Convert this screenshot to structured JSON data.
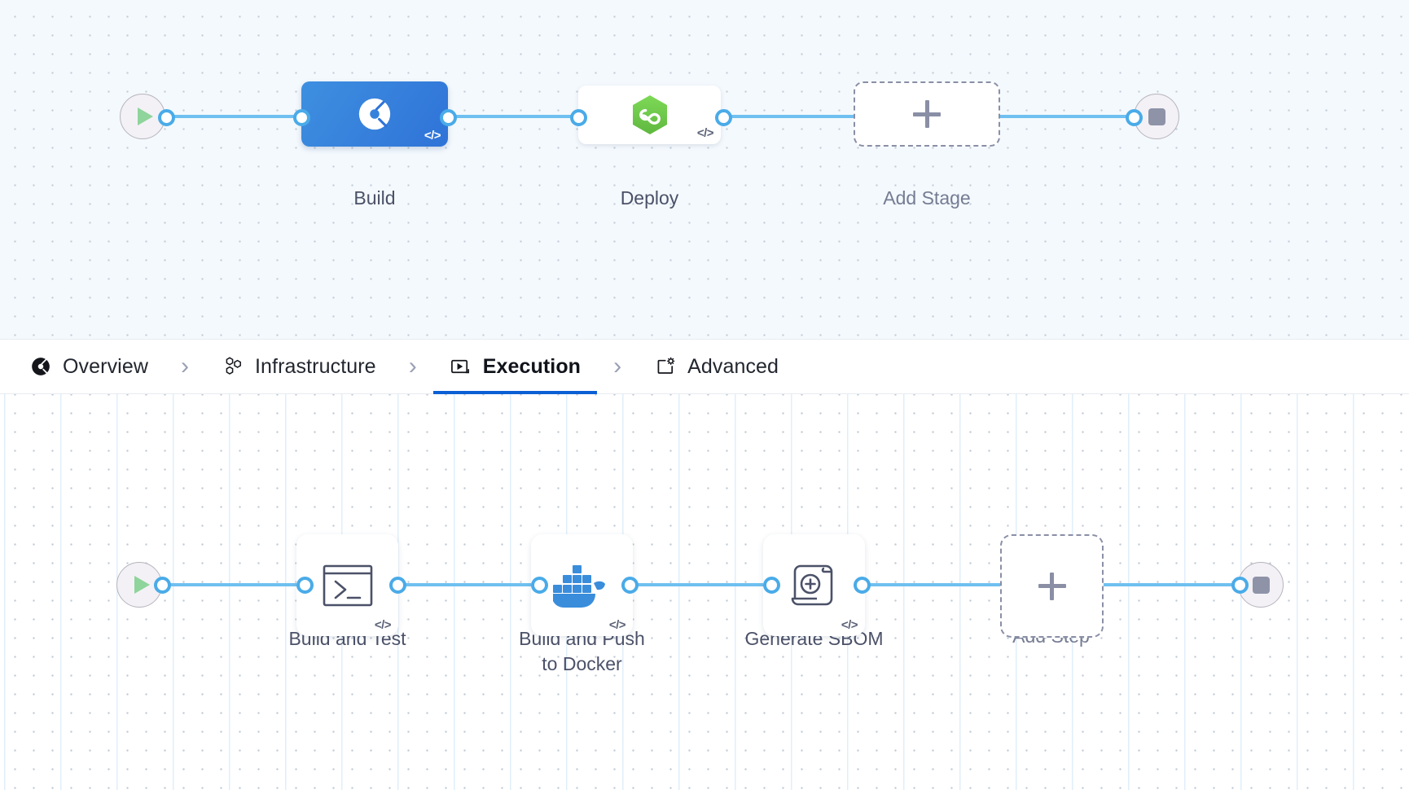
{
  "theme": {
    "accent_blue": "#0b5fd4",
    "pipe_blue": "#6fc0f0",
    "port_blue": "#4aabe8",
    "stage_build_blue": "#2f73d8",
    "deploy_green": "#6cc04a",
    "docker_blue": "#3a8ddb",
    "play_green": "#8fd49b",
    "stop_gray": "#8e93a8",
    "dashed_gray": "#8a8fa6",
    "stage_canvas_bg": "#f4f9fd",
    "step_canvas_bg": "#ffffff"
  },
  "stage_canvas": {
    "start_node": {
      "name": "start",
      "icon": "play-icon"
    },
    "end_node": {
      "name": "end",
      "icon": "stop-icon"
    },
    "nodes": [
      {
        "id": "build",
        "label": "Build",
        "icon": "harness-ci-icon",
        "selected": true,
        "code_badge": "</>"
      },
      {
        "id": "deploy",
        "label": "Deploy",
        "icon": "harness-cd-icon",
        "selected": false,
        "code_badge": "</>"
      },
      {
        "id": "add_stage",
        "label": "Add Stage",
        "icon": "plus-icon",
        "selected": false,
        "code_badge": ""
      }
    ]
  },
  "tabs": {
    "items": [
      {
        "id": "overview",
        "label": "Overview",
        "icon": "harness-logo-icon",
        "active": false
      },
      {
        "id": "infrastructure",
        "label": "Infrastructure",
        "icon": "hexagons-icon",
        "active": false
      },
      {
        "id": "execution",
        "label": "Execution",
        "icon": "play-box-icon",
        "active": true
      },
      {
        "id": "advanced",
        "label": "Advanced",
        "icon": "window-gear-icon",
        "active": false
      }
    ],
    "separator": "›"
  },
  "step_canvas": {
    "start_node": {
      "name": "start",
      "icon": "play-icon"
    },
    "end_node": {
      "name": "end",
      "icon": "stop-icon"
    },
    "nodes": [
      {
        "id": "build_and_test",
        "label": "Build and Test",
        "icon": "terminal-icon",
        "code_badge": "</>"
      },
      {
        "id": "build_and_push",
        "label": "Build and Push\nto Docker",
        "icon": "docker-icon",
        "code_badge": "</>"
      },
      {
        "id": "generate_sbom",
        "label": "Generate SBOM",
        "icon": "scroll-plus-icon",
        "code_badge": "</>"
      },
      {
        "id": "add_step",
        "label": "Add Step",
        "icon": "plus-icon",
        "code_badge": ""
      }
    ]
  }
}
